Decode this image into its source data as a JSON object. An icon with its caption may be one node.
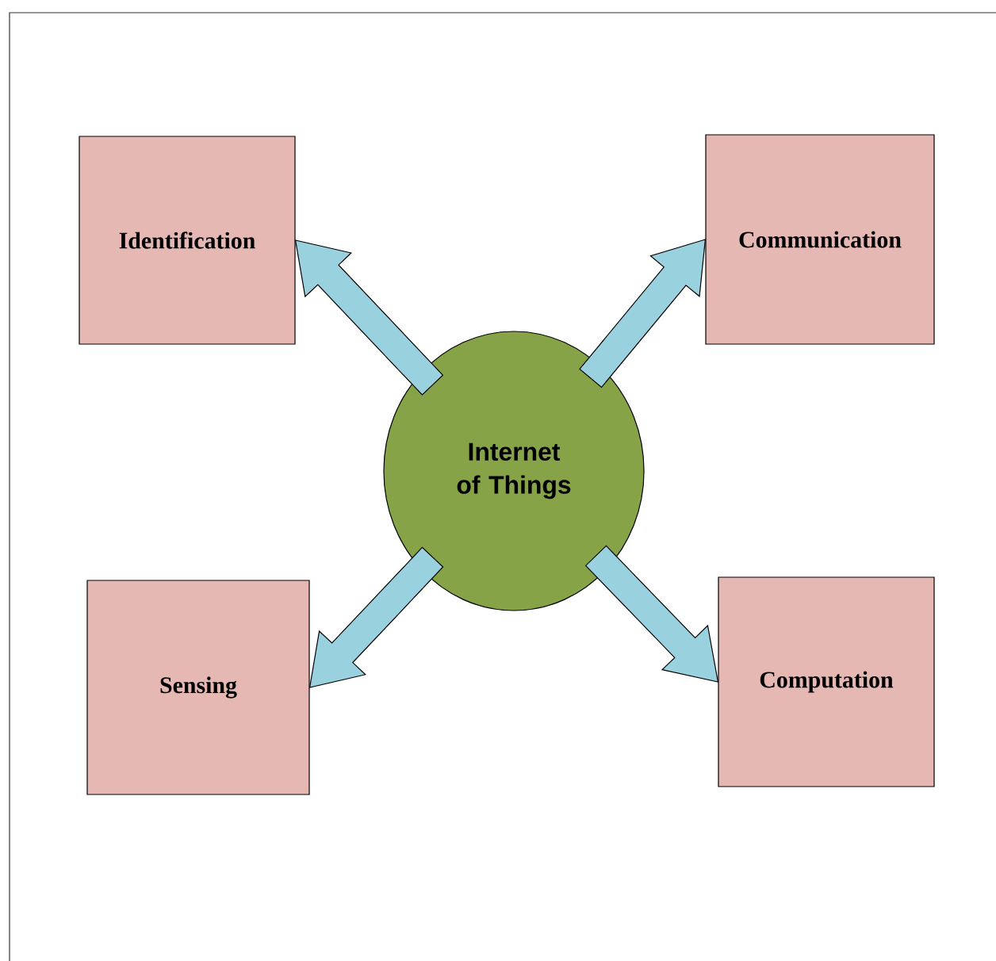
{
  "diagram": {
    "nodes": [
      {
        "text": [
          "Identification"
        ]
      },
      {
        "text": [
          "Communication"
        ]
      },
      {
        "text": [
          "Internet of Things"
        ]
      },
      {
        "text": [
          "Sensing"
        ]
      },
      {
        "text": [
          "Computation"
        ]
      }
    ],
    "edges": [
      {
        "from": 2,
        "to": 0,
        "arrow": "to"
      },
      {
        "from": 2,
        "to": 1,
        "arrow": "to"
      },
      {
        "from": 2,
        "to": 3,
        "arrow": "to"
      },
      {
        "from": 2,
        "to": 4,
        "arrow": "to"
      }
    ]
  }
}
